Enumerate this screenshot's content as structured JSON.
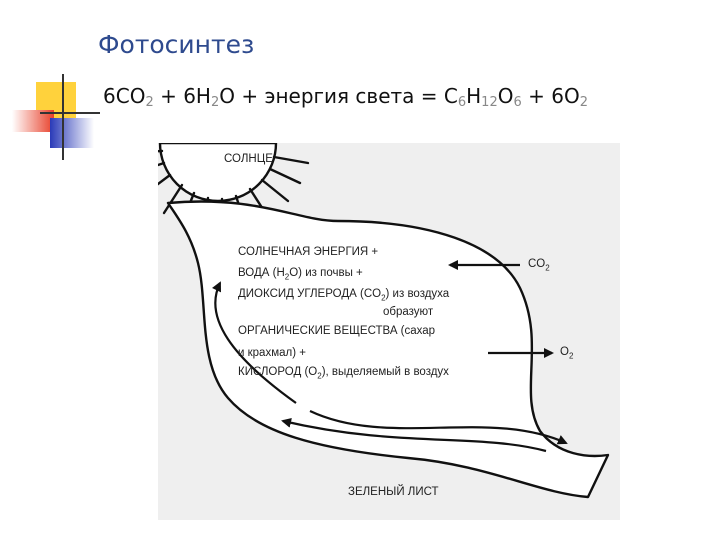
{
  "slide": {
    "title": "Фотосинтез",
    "formula": {
      "p1": "6CO",
      "s1": "2",
      "p2": " + 6H",
      "s2": "2",
      "p3": "O + энергия света = C",
      "s3": "6",
      "p4": "H",
      "s4": "12",
      "p5": "O",
      "s5": "6",
      "p6": " + 6O",
      "s6": "2"
    }
  },
  "diagram": {
    "sun_label": "СОЛНЦЕ",
    "leaf_label": "ЗЕЛЕНЫЙ ЛИСТ",
    "co2_in": {
      "main": "CO",
      "sub": "2"
    },
    "o2_out": {
      "main": "O",
      "sub": "2"
    },
    "lines": {
      "l1": "СОЛНЕЧНАЯ ЭНЕРГИЯ +",
      "l2a": "ВОДА (H",
      "l2s": "2",
      "l2b": "O) из почвы +",
      "l3a": "ДИОКСИД УГЛЕРОДА (CO",
      "l3s": "2",
      "l3b": ") из воздуха",
      "l4": "образуют",
      "l5": "ОРГАНИЧЕСКИЕ ВЕЩЕСТВА (сахар",
      "l6": "и крахмал) +",
      "l7a": "КИСЛОРОД (O",
      "l7s": "2",
      "l7b": "), выделяемый в воздух"
    }
  },
  "colors": {
    "title": "#2e4a8e",
    "yellow": "#ffd23c",
    "red": "#e8402a",
    "blue": "#2a3ab8"
  }
}
